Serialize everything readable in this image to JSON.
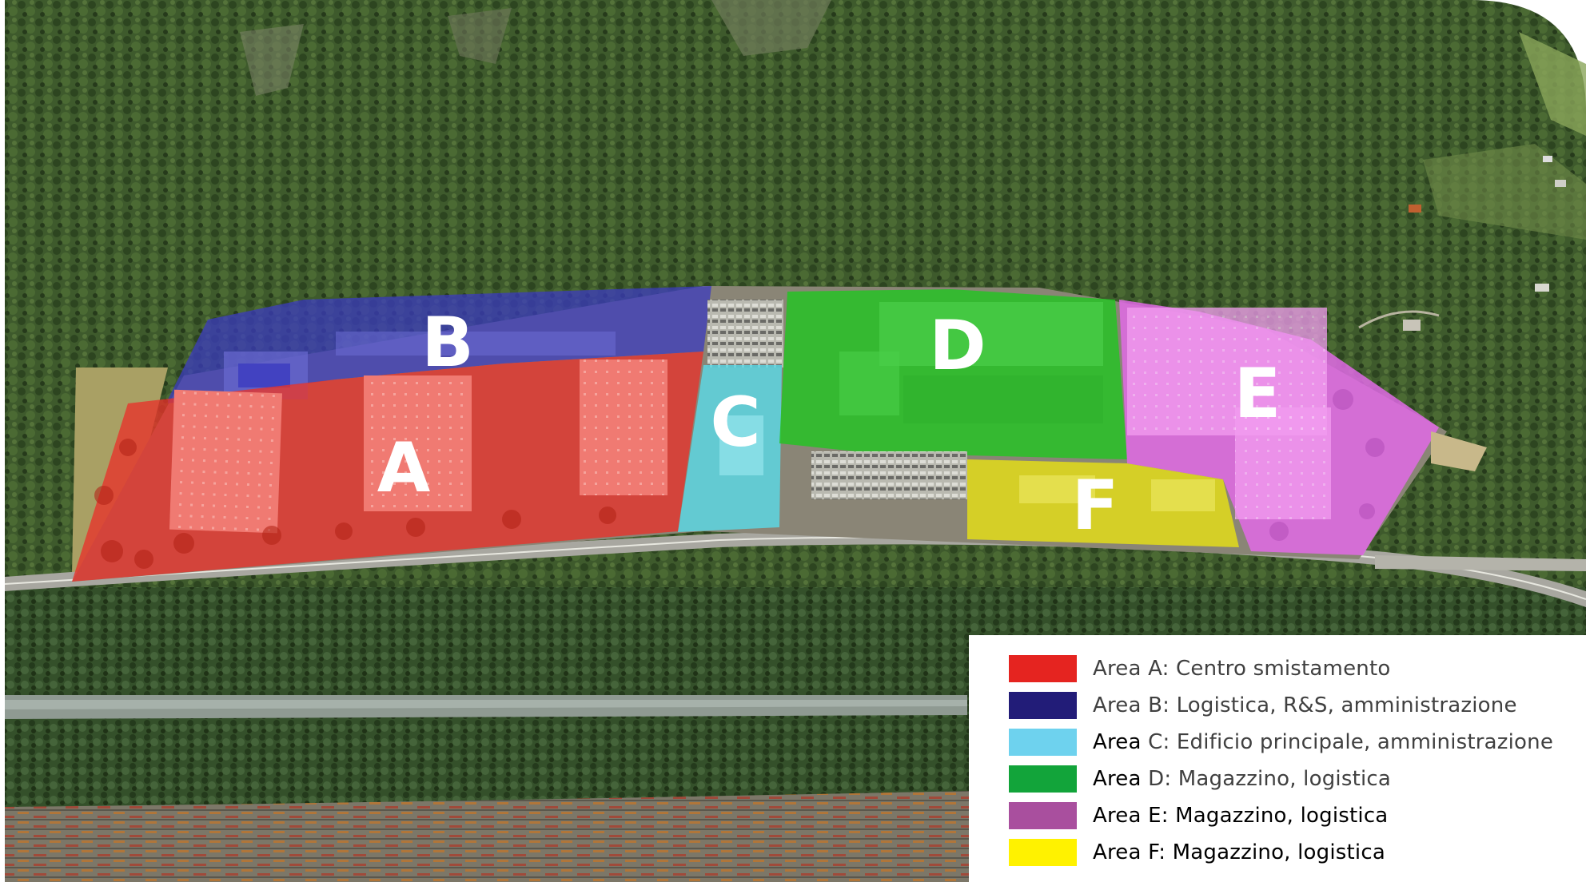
{
  "zones": [
    {
      "id": "A",
      "letter": "A",
      "color": "#e8322a"
    },
    {
      "id": "B",
      "letter": "B",
      "color": "#3b3bbf"
    },
    {
      "id": "C",
      "letter": "C",
      "color": "#5ad9e6"
    },
    {
      "id": "D",
      "letter": "D",
      "color": "#22c422"
    },
    {
      "id": "E",
      "letter": "E",
      "color": "#e16ae6"
    },
    {
      "id": "F",
      "letter": "F",
      "color": "#e2dc1a"
    }
  ],
  "legend": {
    "items": [
      {
        "prefix": "Area",
        "suffix": " A: Centro smistamento",
        "color": "#e52420"
      },
      {
        "prefix": "Area",
        "suffix": " B: Logistica, R&S, amministrazione",
        "color": "#221c78"
      },
      {
        "prefix": "Area",
        "suffix": " C: Edificio principale, amministrazione",
        "color": "#6ed2ee"
      },
      {
        "prefix": "Area",
        "suffix": " D: Magazzino, logistica",
        "color": "#12a43a"
      },
      {
        "prefix": "Area",
        "suffix": " E: Magazzino, logistica",
        "color": "#a94f9e"
      },
      {
        "prefix": "Area",
        "suffix": " F: Magazzino, logistica",
        "color": "#fff200"
      }
    ]
  }
}
